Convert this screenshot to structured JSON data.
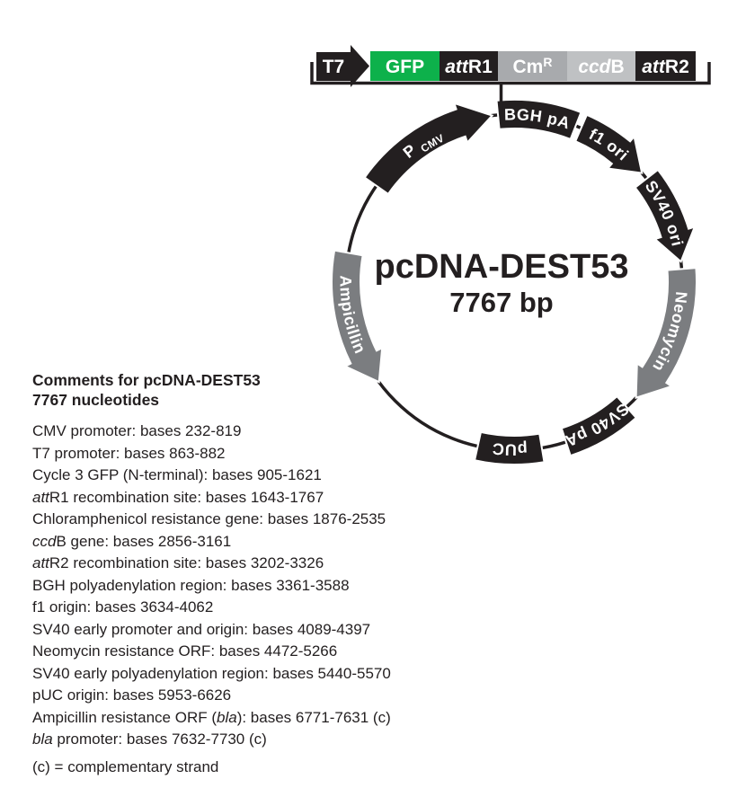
{
  "colors": {
    "ink": "#231f20",
    "gfp_green": "#0db14b",
    "cm_gray": "#a8aaad",
    "ccdb_gray": "#bfc1c3",
    "band_gray": "#7b7d80",
    "white": "#ffffff"
  },
  "cassette": {
    "blocks": [
      {
        "id": "t7",
        "label": [
          {
            "t": "T7"
          }
        ],
        "color": "#231f20",
        "text_color": "#ffffff",
        "shape": "promoter-arrow"
      },
      {
        "id": "gfp",
        "label": [
          {
            "t": "GFP"
          }
        ],
        "color": "#0db14b",
        "text_color": "#ffffff",
        "shape": "block"
      },
      {
        "id": "attr1",
        "label": [
          {
            "t": "att",
            "i": true
          },
          {
            "t": "R1"
          }
        ],
        "color": "#231f20",
        "text_color": "#ffffff",
        "shape": "block"
      },
      {
        "id": "cmr",
        "label": [
          {
            "t": "Cm"
          },
          {
            "t": "R",
            "sup": true
          }
        ],
        "color": "#a8aaad",
        "text_color": "#ffffff",
        "shape": "block"
      },
      {
        "id": "ccdb",
        "label": [
          {
            "t": "ccd",
            "i": true
          },
          {
            "t": "B"
          }
        ],
        "color": "#bfc1c3",
        "text_color": "#ffffff",
        "shape": "block"
      },
      {
        "id": "attr2",
        "label": [
          {
            "t": "att",
            "i": true
          },
          {
            "t": "R2"
          }
        ],
        "color": "#231f20",
        "text_color": "#ffffff",
        "shape": "block"
      }
    ]
  },
  "plasmid": {
    "name": "pcDNA-DEST53",
    "size_label": "7767 bp",
    "features": [
      {
        "id": "pcmv",
        "label": [
          {
            "t": "P "
          },
          {
            "t": "CMV",
            "sub": true
          }
        ],
        "shape": "arrow",
        "start": 305,
        "end": 352.5,
        "head": 11,
        "color": "#231f20",
        "text_color": "#ffffff"
      },
      {
        "id": "bgh-pa",
        "label": [
          {
            "t": "BGH pA"
          }
        ],
        "shape": "block",
        "start": -5.5,
        "end": 21.5,
        "color": "#231f20",
        "text_color": "#ffffff"
      },
      {
        "id": "f1-ori",
        "label": [
          {
            "t": "f1 ori"
          }
        ],
        "shape": "arrow",
        "start": 23.5,
        "end": 49.5,
        "head": 10,
        "color": "#231f20",
        "text_color": "#ffffff"
      },
      {
        "id": "sv40-ori",
        "label": [
          {
            "t": "SV40 ori"
          }
        ],
        "shape": "arrow",
        "start": 52,
        "end": 83,
        "head": 10,
        "color": "#231f20",
        "text_color": "#ffffff"
      },
      {
        "id": "neomycin",
        "label": [
          {
            "t": "Neomycin"
          }
        ],
        "shape": "arrow",
        "start": 85.5,
        "end": 133.5,
        "head": 10,
        "color": "#7b7d80",
        "text_color": "#ffffff"
      },
      {
        "id": "sv40-pa",
        "label": [
          {
            "t": "SV40 pA"
          }
        ],
        "shape": "block",
        "start": 138,
        "end": 162,
        "color": "#231f20",
        "text_color": "#ffffff"
      },
      {
        "id": "puc",
        "label": [
          {
            "t": "pUC"
          }
        ],
        "shape": "block",
        "start": 170.5,
        "end": 192.5,
        "color": "#231f20",
        "text_color": "#ffffff"
      },
      {
        "id": "ampicillin",
        "label": [
          {
            "t": "Ampicillin"
          }
        ],
        "shape": "arrow",
        "start": 280,
        "end": 233.5,
        "head": 10,
        "color": "#7b7d80",
        "text_color": "#ffffff"
      }
    ]
  },
  "comments": {
    "title_line1": "Comments for pcDNA-DEST53",
    "title_line2": "7767 nucleotides",
    "items": [
      [
        {
          "t": "CMV promoter: bases 232-819"
        }
      ],
      [
        {
          "t": "T7 promoter: bases 863-882"
        }
      ],
      [
        {
          "t": "Cycle 3 GFP (N-terminal): bases 905-1621"
        }
      ],
      [
        {
          "t": "att",
          "i": true
        },
        {
          "t": "R1 recombination site: bases 1643-1767"
        }
      ],
      [
        {
          "t": "Chloramphenicol resistance gene: bases 1876-2535"
        }
      ],
      [
        {
          "t": "ccd",
          "i": true
        },
        {
          "t": "B gene: bases 2856-3161"
        }
      ],
      [
        {
          "t": "att",
          "i": true
        },
        {
          "t": "R2 recombination site: bases 3202-3326"
        }
      ],
      [
        {
          "t": "BGH polyadenylation region: bases 3361-3588"
        }
      ],
      [
        {
          "t": "f1 origin: bases 3634-4062"
        }
      ],
      [
        {
          "t": "SV40 early promoter and origin: bases 4089-4397"
        }
      ],
      [
        {
          "t": "Neomycin resistance ORF: bases 4472-5266"
        }
      ],
      [
        {
          "t": "SV40 early polyadenylation region: bases 5440-5570"
        }
      ],
      [
        {
          "t": "pUC origin: bases 5953-6626"
        }
      ],
      [
        {
          "t": "Ampicillin resistance ORF ("
        },
        {
          "t": "bla",
          "i": true
        },
        {
          "t": "): bases 6771-7631 (c)"
        }
      ],
      [
        {
          "t": "bla",
          "i": true
        },
        {
          "t": " promoter: bases 7632-7730 (c)"
        }
      ]
    ],
    "footnote": "(c) = complementary strand"
  }
}
